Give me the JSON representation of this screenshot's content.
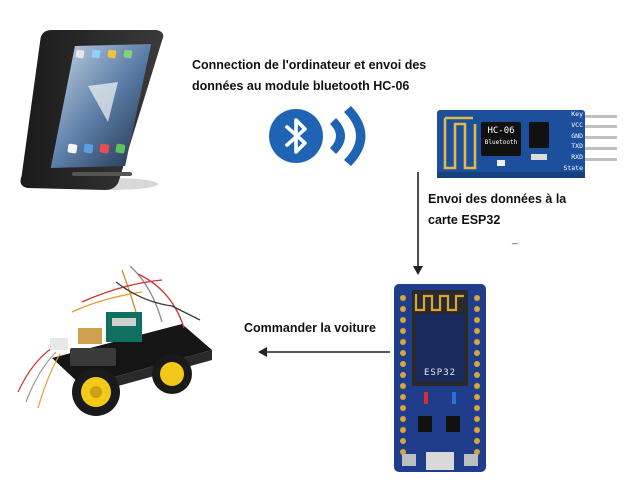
{
  "labels": {
    "phone_to_bt": {
      "line1": "Connection de l'ordinateur et envoi des",
      "line2": "données au module bluetooth HC-06"
    },
    "bt_to_esp": {
      "line1": "Envoi des données à la",
      "line2": "carte ESP32"
    },
    "esp_to_car": "Commander la voiture",
    "stray_mark": "_"
  },
  "hc06": {
    "chip_line1": "HC-06",
    "chip_line2": "Bluetooth",
    "pins": [
      "Key",
      "VCC",
      "GND",
      "TXD",
      "RXD",
      "State"
    ]
  },
  "esp32": {
    "module_text": "ESP32"
  },
  "colors": {
    "bluetooth_blue": "#1f63b4",
    "hc06_board": "#1c4f9c",
    "esp32_board": "#1f3d8a",
    "arrow": "#222222",
    "wheel_yellow": "#f2c919"
  },
  "icons": [
    "smartphone-icon",
    "bluetooth-icon",
    "signal-waves-icon",
    "hc06-module-icon",
    "esp32-board-icon",
    "robot-car-icon"
  ]
}
